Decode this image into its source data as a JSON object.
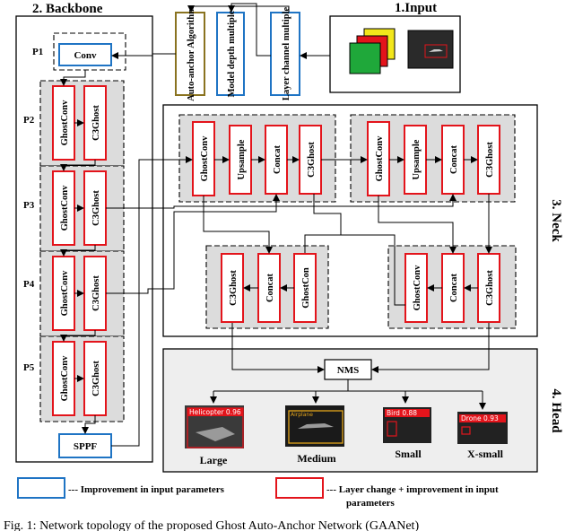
{
  "sections": {
    "backbone": "2. Backbone",
    "input": "1.Input",
    "neck": "3. Neck",
    "head": "4. Head"
  },
  "params": {
    "auto_anchor": "Auto-anchor Algorithm",
    "depth": "Model depth multiple",
    "channel": "Layer channel multiple"
  },
  "backbone": {
    "p1": "P1",
    "p2": "P2",
    "p3": "P3",
    "p4": "P4",
    "p5": "P5",
    "conv": "Conv",
    "ghostconv": "GhostConv",
    "c3ghost": "C3Ghost",
    "sppf": "SPPF"
  },
  "neck": {
    "ghostconv": "GhostConv",
    "upsample": "Upsample",
    "concat": "Concat",
    "c3ghost": "C3Ghost",
    "ghostcon": "GhostCon"
  },
  "head": {
    "nms": "NMS",
    "large": "Large",
    "medium": "Medium",
    "small": "Small",
    "xsmall": "X-small",
    "det_helicopter": "Helicopter 0.96",
    "det_airplane": "Airplane",
    "det_bird": "Bird 0.88",
    "det_drone": "Drone 0.93"
  },
  "legend": {
    "blue_text": "--- Improvement in input parameters",
    "red_text_1": "--- Layer change + improvement in input",
    "red_text_2": "parameters"
  },
  "caption": "Fig. 1: Network topology of the proposed Ghost Auto-Anchor Network (GAANet)",
  "colors": {
    "blue": "#1f74c4",
    "red": "#e3141b",
    "olive": "#8a7320",
    "head_bg": "#eeeeee",
    "cell_bg": "#dcdcdc"
  }
}
